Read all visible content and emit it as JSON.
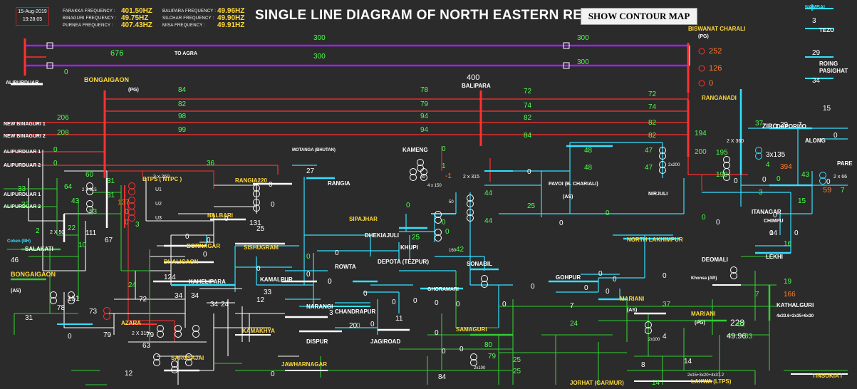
{
  "header": {
    "date": "15-Aug-2019",
    "time": "19:28:05",
    "title": "SINGLE LINE DIAGRAM OF NORTH EASTERN REGION",
    "show_contour_label": "SHOW CONTOUR MAP",
    "frequencies": [
      {
        "label": "FARAKKA FREQUENCY :",
        "value": "401.50HZ"
      },
      {
        "label": "BINAGURI FREQUENCY :",
        "value": "49.75HZ"
      },
      {
        "label": "PURNEA FREQUENCY :",
        "value": "407.43HZ"
      },
      {
        "label": "BALIPARA FREQUENCY :",
        "value": "49.96HZ"
      },
      {
        "label": "SILCHAR FREQUENCY :",
        "value": "49.90HZ"
      },
      {
        "label": "MISA FREQUENCY :",
        "value": "49.91HZ"
      }
    ]
  },
  "colors": {
    "background": "#2b2b2b",
    "bus_400kv": "#ff3030",
    "bus_220kv": "#ffffff",
    "bus_132kv": "#33e0ff",
    "line_green": "#33cc33",
    "flow_green": "#4cff4c",
    "line_purple": "#a020f0",
    "value_orange": "#ff7a30",
    "value_red": "#ff3030",
    "label_yellow": "#ffd93a"
  },
  "stations": [
    {
      "name": "ALIPURDUAR"
    },
    {
      "name": "BONGAIGAON"
    },
    {
      "name": "(PG)"
    },
    {
      "name": "TO AGRA"
    },
    {
      "name": "BISWANAT CHARALI"
    },
    {
      "name": "(PG)"
    },
    {
      "name": "BALIPARA"
    },
    {
      "name": "RANGANADI"
    },
    {
      "name": "NEW BINAGURI 1"
    },
    {
      "name": "NEW BINAGURI 2"
    },
    {
      "name": "ALIPURDUAR 1"
    },
    {
      "name": "ALIPURDUAR 2"
    },
    {
      "name": "BTPS ( NTPC )"
    },
    {
      "name": "RANGIA220"
    },
    {
      "name": "RANGIA"
    },
    {
      "name": "MOTANGA (BHUTAN)"
    },
    {
      "name": "KAMENG"
    },
    {
      "name": "PAVOI (B. CHARIALI)"
    },
    {
      "name": "(AS)"
    },
    {
      "name": "NIRJULI"
    },
    {
      "name": "NAMBAI"
    },
    {
      "name": "TEZU"
    },
    {
      "name": "ROING"
    },
    {
      "name": "PASIGHAT"
    },
    {
      "name": "ZIRO"
    },
    {
      "name": "DAPORIJO"
    },
    {
      "name": "ALONG"
    },
    {
      "name": "PARE"
    },
    {
      "name": "ITANAGAR"
    },
    {
      "name": "CHIMPU"
    },
    {
      "name": "LEKHI"
    },
    {
      "name": "NALBARI"
    },
    {
      "name": "BORNAGAR"
    },
    {
      "name": "DHALIGAON"
    },
    {
      "name": "SISHUGRAM"
    },
    {
      "name": "SIPAJHAR"
    },
    {
      "name": "DHEKIAJULI"
    },
    {
      "name": "KHUPI"
    },
    {
      "name": "ROWTA"
    },
    {
      "name": "DEPOTA (TEZPUR)"
    },
    {
      "name": "SONABIL"
    },
    {
      "name": "GHORAMARI"
    },
    {
      "name": "NORTH LAKHIMPUR"
    },
    {
      "name": "DEOMALI"
    },
    {
      "name": "Khonsa (AR)"
    },
    {
      "name": "GOHPUR"
    },
    {
      "name": "SALAKATI"
    },
    {
      "name": "ALIPURDUAR 1"
    },
    {
      "name": "ALIPURDUAR 2"
    },
    {
      "name": "BONGAIGAON"
    },
    {
      "name": "(AS)"
    },
    {
      "name": "KAHELIPARA"
    },
    {
      "name": "KAMALPUR"
    },
    {
      "name": "NARANGI"
    },
    {
      "name": "CHANDRAPUR"
    },
    {
      "name": "AZARA"
    },
    {
      "name": "KAMAKHYA"
    },
    {
      "name": "DISPUR"
    },
    {
      "name": "JAGIROAD"
    },
    {
      "name": "SAMAGURI"
    },
    {
      "name": "SARUSAJAI"
    },
    {
      "name": "JAWHARNAGAR"
    },
    {
      "name": "MARIANI"
    },
    {
      "name": "(AS)"
    },
    {
      "name": "MARIANI"
    },
    {
      "name": "(PG)"
    },
    {
      "name": "KATHALGURI"
    },
    {
      "name": "4x33.6+2x35+6x30"
    },
    {
      "name": "JORHAT (GARMUR)"
    },
    {
      "name": "LAKWA (LTPS)"
    },
    {
      "name": "TINSUKIA I"
    },
    {
      "name": "Cohen (BH)"
    }
  ],
  "flows": [
    {
      "text": "300"
    },
    {
      "text": "676"
    },
    {
      "text": "300"
    },
    {
      "text": "0"
    },
    {
      "text": "300"
    },
    {
      "text": "300"
    },
    {
      "text": "252"
    },
    {
      "text": "126"
    },
    {
      "text": "0"
    },
    {
      "text": "400"
    },
    {
      "text": "84"
    },
    {
      "text": "82"
    },
    {
      "text": "98"
    },
    {
      "text": "99"
    },
    {
      "text": "78"
    },
    {
      "text": "79"
    },
    {
      "text": "94"
    },
    {
      "text": "94"
    },
    {
      "text": "72"
    },
    {
      "text": "74"
    },
    {
      "text": "82"
    },
    {
      "text": "84"
    },
    {
      "text": "72"
    },
    {
      "text": "74"
    },
    {
      "text": "82"
    },
    {
      "text": "82"
    },
    {
      "text": "206"
    },
    {
      "text": "208"
    },
    {
      "text": "0"
    },
    {
      "text": "0"
    },
    {
      "text": "194"
    },
    {
      "text": "200"
    },
    {
      "text": "36"
    },
    {
      "text": "27"
    },
    {
      "text": "0"
    },
    {
      "text": "1"
    },
    {
      "text": "-1"
    },
    {
      "text": "40"
    },
    {
      "text": "4 x 150"
    },
    {
      "text": "2 x 315"
    },
    {
      "text": "48"
    },
    {
      "text": "48"
    },
    {
      "text": "47"
    },
    {
      "text": "47"
    },
    {
      "text": "2x200"
    },
    {
      "text": "195"
    },
    {
      "text": "199"
    },
    {
      "text": "3x135"
    },
    {
      "text": "4"
    },
    {
      "text": "394"
    },
    {
      "text": "2 X 360"
    },
    {
      "text": "3"
    },
    {
      "text": "29"
    },
    {
      "text": "34"
    },
    {
      "text": "15"
    },
    {
      "text": "37"
    },
    {
      "text": "29"
    },
    {
      "text": "7"
    },
    {
      "text": "43"
    },
    {
      "text": "2 x 66"
    },
    {
      "text": "59"
    },
    {
      "text": "7"
    },
    {
      "text": "3"
    },
    {
      "text": "0"
    },
    {
      "text": "15"
    },
    {
      "text": "0"
    },
    {
      "text": "0"
    },
    {
      "text": "31"
    },
    {
      "text": "31"
    },
    {
      "text": "137"
    },
    {
      "text": "0"
    },
    {
      "text": "0"
    },
    {
      "text": "3 x 260"
    },
    {
      "text": "U1"
    },
    {
      "text": "U2"
    },
    {
      "text": "U3"
    },
    {
      "text": "3"
    },
    {
      "text": "60"
    },
    {
      "text": "2 X 315"
    },
    {
      "text": "64"
    },
    {
      "text": "43"
    },
    {
      "text": "53"
    },
    {
      "text": "33"
    },
    {
      "text": "33"
    },
    {
      "text": "22"
    },
    {
      "text": "2"
    },
    {
      "text": "2 X 50"
    },
    {
      "text": "111"
    },
    {
      "text": "67"
    },
    {
      "text": "10"
    },
    {
      "text": "46"
    },
    {
      "text": "25"
    },
    {
      "text": "25"
    },
    {
      "text": "44"
    },
    {
      "text": "44"
    },
    {
      "text": "25"
    },
    {
      "text": "50"
    },
    {
      "text": "160"
    },
    {
      "text": "0"
    },
    {
      "text": "0"
    },
    {
      "text": "42"
    },
    {
      "text": "0"
    },
    {
      "text": "0"
    },
    {
      "text": "0"
    },
    {
      "text": "0"
    },
    {
      "text": "0"
    },
    {
      "text": "0"
    },
    {
      "text": "0"
    },
    {
      "text": "0"
    },
    {
      "text": "0"
    },
    {
      "text": "14"
    },
    {
      "text": "16"
    },
    {
      "text": "0"
    },
    {
      "text": "0"
    },
    {
      "text": "0"
    },
    {
      "text": "131"
    },
    {
      "text": "0"
    },
    {
      "text": "0"
    },
    {
      "text": "0"
    },
    {
      "text": "0"
    },
    {
      "text": "0"
    },
    {
      "text": "0"
    },
    {
      "text": "0"
    },
    {
      "text": "0"
    },
    {
      "text": "0"
    },
    {
      "text": "0"
    },
    {
      "text": "11"
    },
    {
      "text": "0"
    },
    {
      "text": "0"
    },
    {
      "text": "0"
    },
    {
      "text": "0"
    },
    {
      "text": "19"
    },
    {
      "text": "166"
    },
    {
      "text": "7"
    },
    {
      "text": "7"
    },
    {
      "text": "37"
    },
    {
      "text": "24"
    },
    {
      "text": "4"
    },
    {
      "text": "2x100"
    },
    {
      "text": "228"
    },
    {
      "text": "49.96"
    },
    {
      "text": "62"
    },
    {
      "text": "63"
    },
    {
      "text": "8"
    },
    {
      "text": "14"
    },
    {
      "text": "14"
    },
    {
      "text": "2x15+3x20+4x37.2"
    },
    {
      "text": "151"
    },
    {
      "text": "78"
    },
    {
      "text": "73"
    },
    {
      "text": "24"
    },
    {
      "text": "72"
    },
    {
      "text": "31"
    },
    {
      "text": "0"
    },
    {
      "text": "79"
    },
    {
      "text": "2 X 315"
    },
    {
      "text": "79"
    },
    {
      "text": "63"
    },
    {
      "text": "12"
    },
    {
      "text": "124"
    },
    {
      "text": "34"
    },
    {
      "text": "34"
    },
    {
      "text": "34"
    },
    {
      "text": "24"
    },
    {
      "text": "33"
    },
    {
      "text": "12"
    },
    {
      "text": "80"
    },
    {
      "text": "79"
    },
    {
      "text": "25"
    },
    {
      "text": "25"
    },
    {
      "text": "84"
    },
    {
      "text": "0"
    },
    {
      "text": "0"
    },
    {
      "text": "0"
    },
    {
      "text": "0"
    },
    {
      "text": "3"
    },
    {
      "text": "20"
    },
    {
      "text": "0"
    },
    {
      "text": "0"
    },
    {
      "text": "0"
    },
    {
      "text": "0"
    },
    {
      "text": "0"
    },
    {
      "text": "0"
    },
    {
      "text": "0"
    },
    {
      "text": "0"
    },
    {
      "text": "0"
    },
    {
      "text": "0"
    },
    {
      "text": "2x100"
    },
    {
      "text": "0"
    }
  ]
}
